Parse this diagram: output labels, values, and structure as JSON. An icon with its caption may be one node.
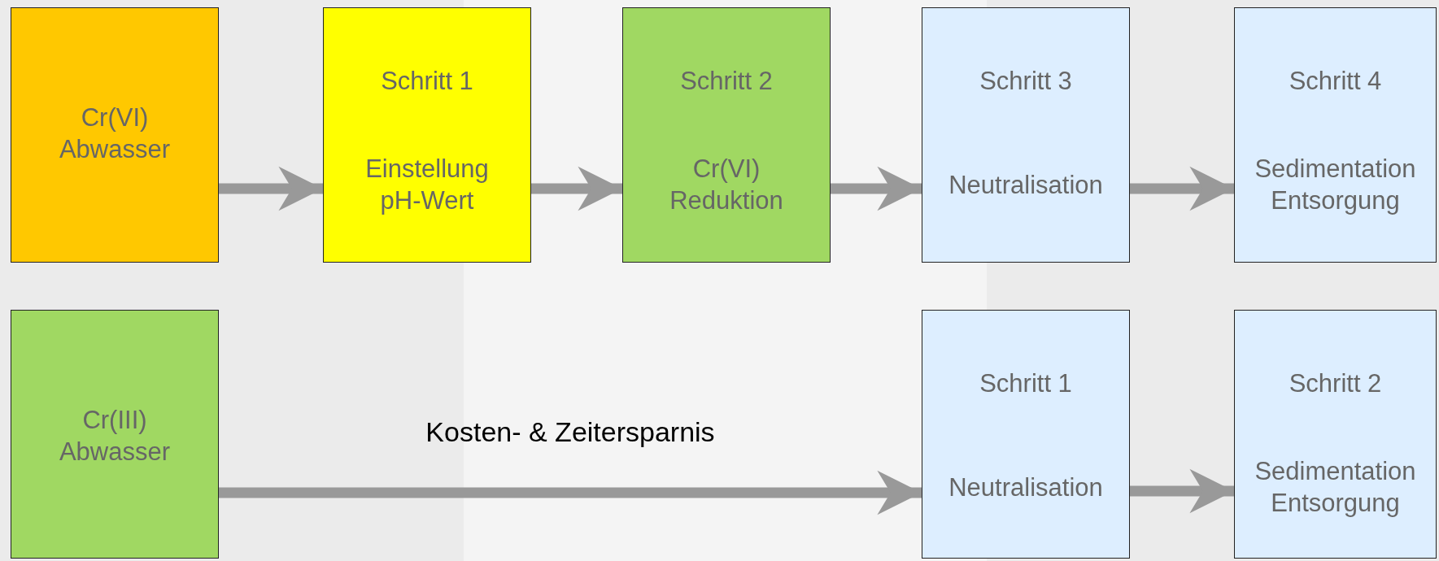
{
  "diagram": {
    "nodes": [
      {
        "text": [
          "Cr(VI) Abwasser"
        ]
      },
      {
        "text": [
          "Schritt 1",
          "Einstellung pH-Wert"
        ]
      },
      {
        "text": [
          "Schritt 2",
          "Cr(VI) Reduktion"
        ]
      },
      {
        "text": [
          "Schritt 3",
          "Neutralisation"
        ]
      },
      {
        "text": [
          "Schritt 4",
          "Sedimentation Entsorgung"
        ]
      },
      {
        "text": [
          "Cr(III) Abwasser"
        ]
      },
      {
        "text": [
          "Schritt 1",
          "Neutralisation"
        ]
      },
      {
        "text": [
          "Schritt 2",
          "Sedimentation Entsorgung"
        ]
      }
    ],
    "edges": [
      {
        "from": 0,
        "to": 1,
        "arrow": "to"
      },
      {
        "from": 1,
        "to": 2,
        "arrow": "to"
      },
      {
        "from": 2,
        "to": 3,
        "arrow": "to"
      },
      {
        "from": 3,
        "to": 4,
        "arrow": "to"
      },
      {
        "from": 5,
        "to": 6,
        "arrow": "to",
        "label": "Kosten- & Zeitersparnis"
      },
      {
        "from": 6,
        "to": 7,
        "arrow": "to"
      }
    ]
  }
}
